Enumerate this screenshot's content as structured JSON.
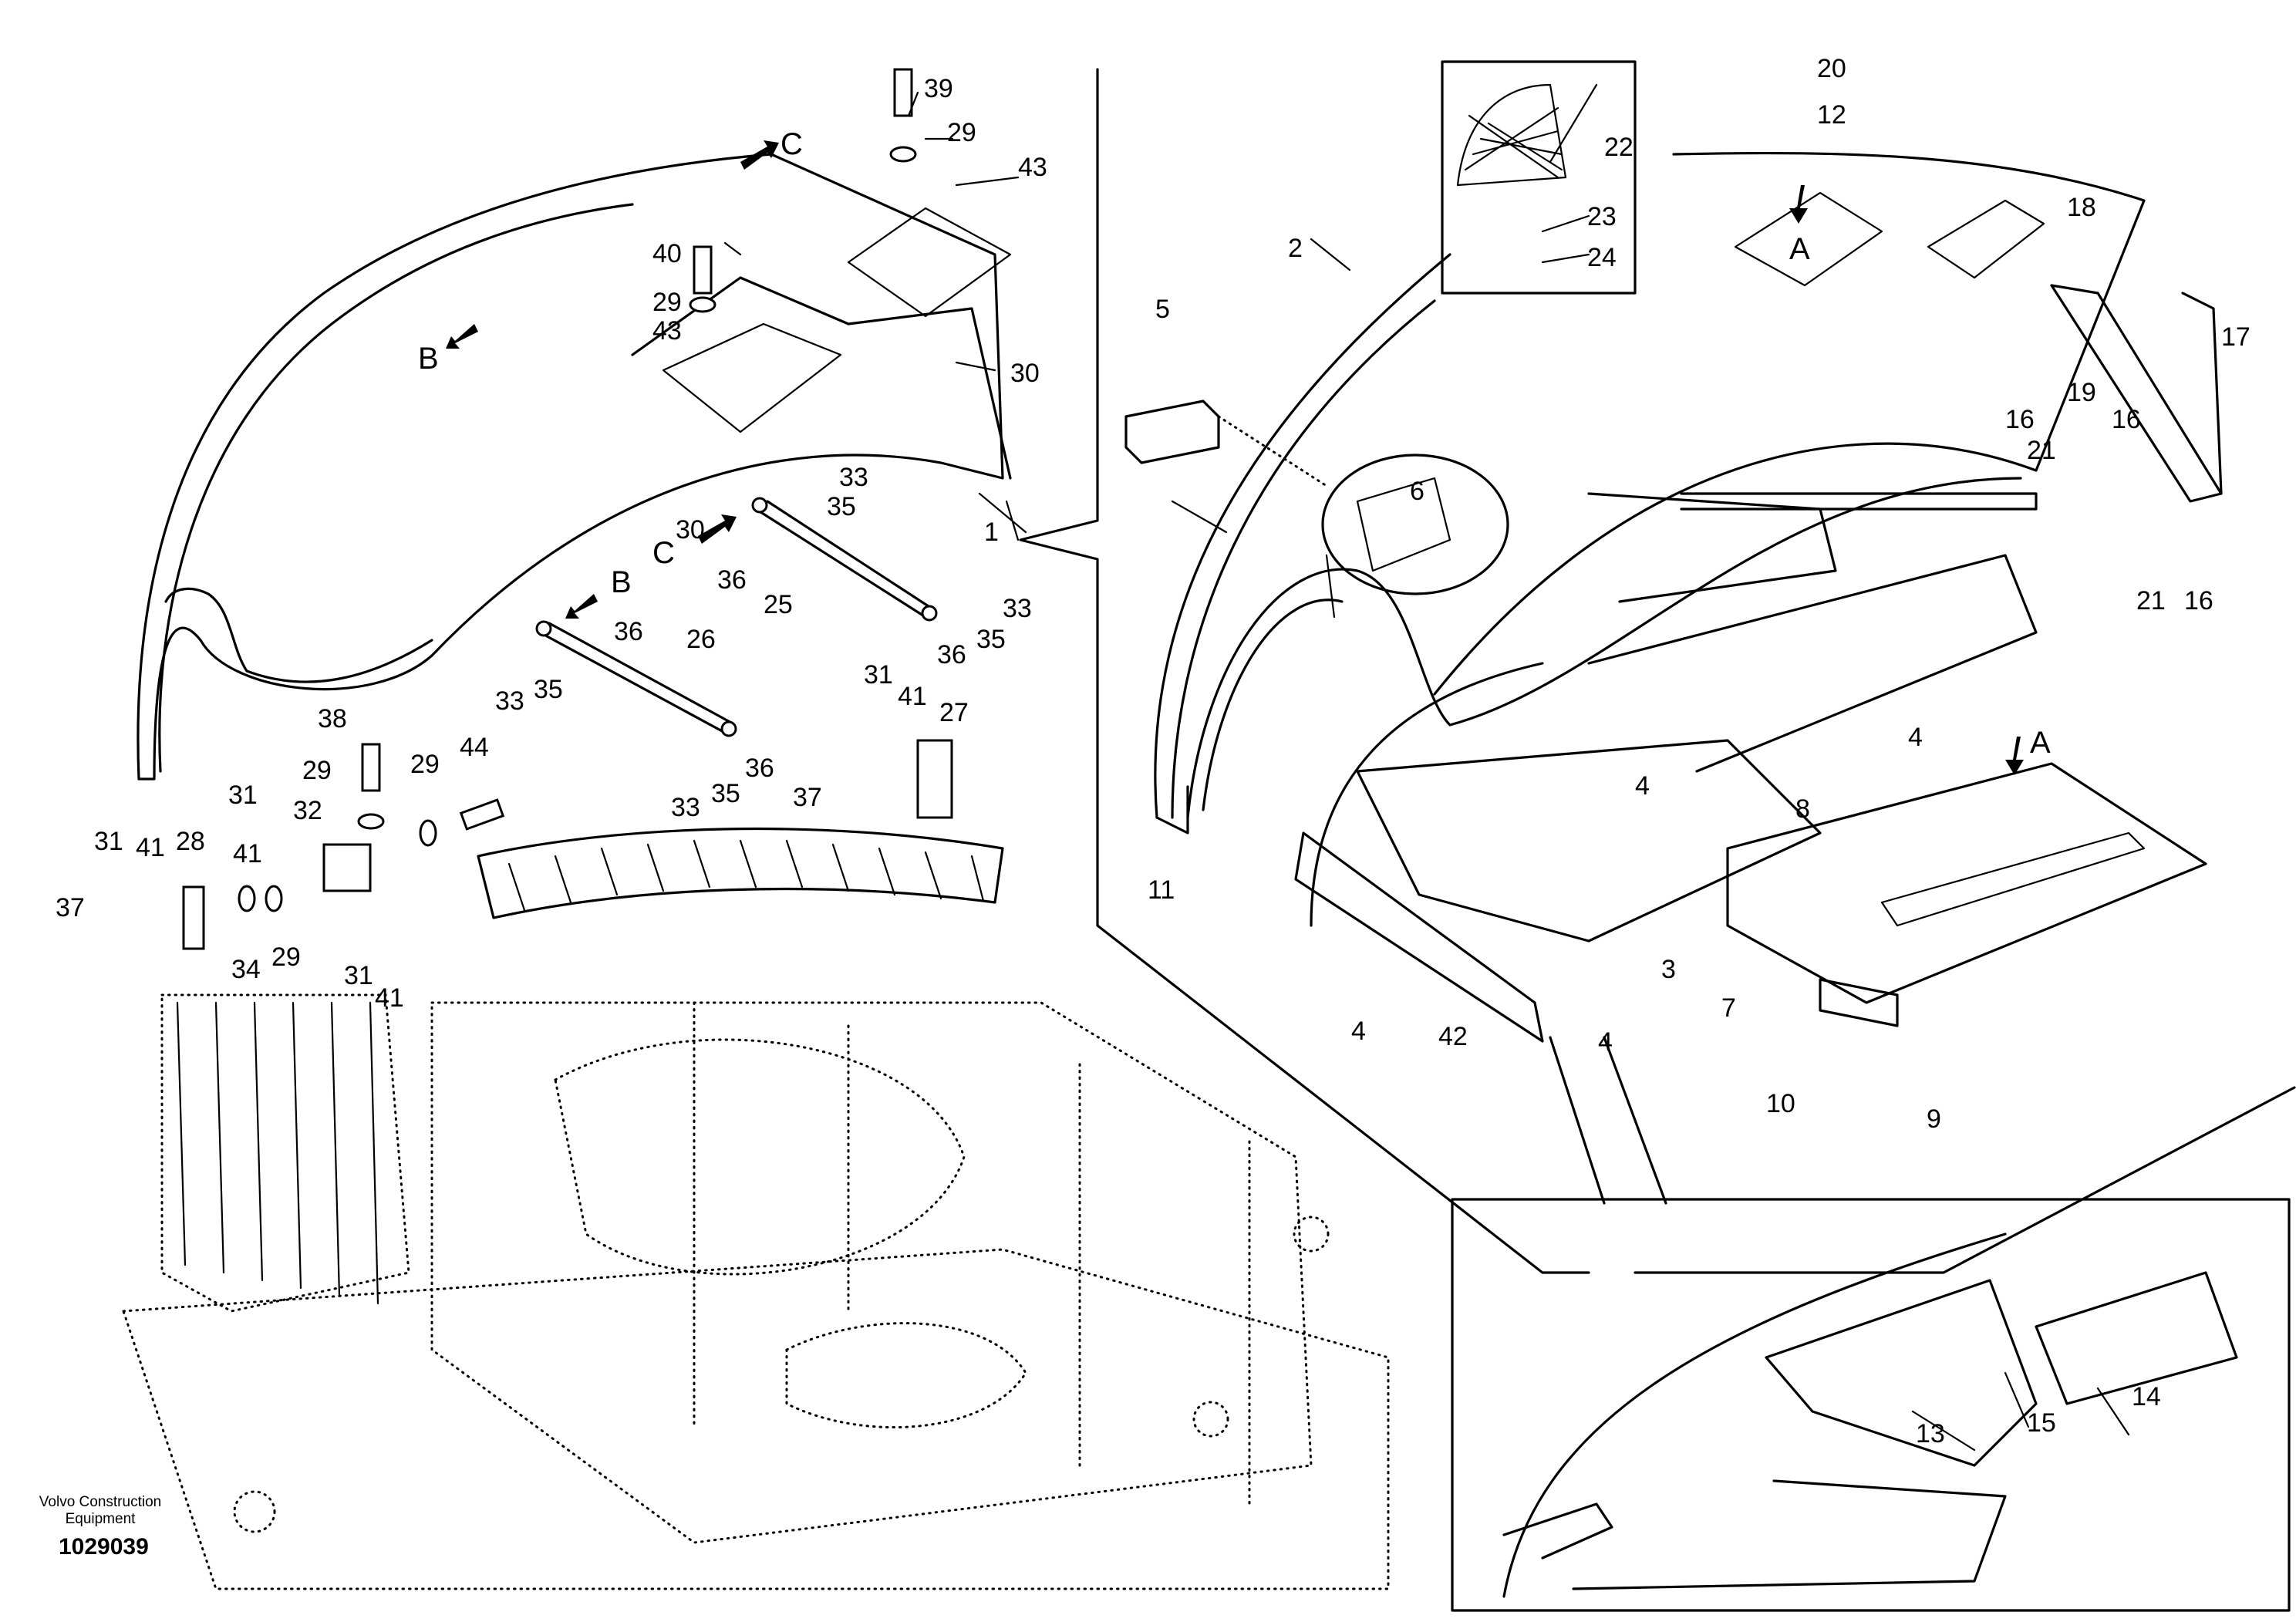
{
  "brand": {
    "line1": "Volvo Construction",
    "line2": "Equipment"
  },
  "document_number": "1029039",
  "callouts": [
    {
      "id": "c39",
      "text": "39"
    },
    {
      "id": "c29a",
      "text": "29"
    },
    {
      "id": "c43a",
      "text": "43"
    },
    {
      "id": "c40",
      "text": "40"
    },
    {
      "id": "c29b",
      "text": "29"
    },
    {
      "id": "c43b",
      "text": "43"
    },
    {
      "id": "c30a",
      "text": "30"
    },
    {
      "id": "c30b",
      "text": "30"
    },
    {
      "id": "c1",
      "text": "1"
    },
    {
      "id": "c33a",
      "text": "33"
    },
    {
      "id": "c35a",
      "text": "35"
    },
    {
      "id": "c36a",
      "text": "36"
    },
    {
      "id": "c25",
      "text": "25"
    },
    {
      "id": "c33b",
      "text": "33"
    },
    {
      "id": "c36b",
      "text": "36"
    },
    {
      "id": "c35b",
      "text": "35"
    },
    {
      "id": "c36c",
      "text": "36"
    },
    {
      "id": "c26",
      "text": "26"
    },
    {
      "id": "c33c",
      "text": "33"
    },
    {
      "id": "c35c",
      "text": "35"
    },
    {
      "id": "c33d",
      "text": "33"
    },
    {
      "id": "c35d",
      "text": "35"
    },
    {
      "id": "c36d",
      "text": "36"
    },
    {
      "id": "c31a",
      "text": "31"
    },
    {
      "id": "c41a",
      "text": "41"
    },
    {
      "id": "c27",
      "text": "27"
    },
    {
      "id": "c37a",
      "text": "37"
    },
    {
      "id": "c38",
      "text": "38"
    },
    {
      "id": "c29c",
      "text": "29"
    },
    {
      "id": "c29d",
      "text": "29"
    },
    {
      "id": "c44",
      "text": "44"
    },
    {
      "id": "c31b",
      "text": "31"
    },
    {
      "id": "c32",
      "text": "32"
    },
    {
      "id": "c41b",
      "text": "41"
    },
    {
      "id": "c31c",
      "text": "31"
    },
    {
      "id": "c41c",
      "text": "41"
    },
    {
      "id": "c28",
      "text": "28"
    },
    {
      "id": "c37b",
      "text": "37"
    },
    {
      "id": "c34",
      "text": "34"
    },
    {
      "id": "c29e",
      "text": "29"
    },
    {
      "id": "c31d",
      "text": "31"
    },
    {
      "id": "c41d",
      "text": "41"
    },
    {
      "id": "c20",
      "text": "20"
    },
    {
      "id": "c12",
      "text": "12"
    },
    {
      "id": "c22",
      "text": "22"
    },
    {
      "id": "c23",
      "text": "23"
    },
    {
      "id": "c24",
      "text": "24"
    },
    {
      "id": "c2",
      "text": "2"
    },
    {
      "id": "c5",
      "text": "5"
    },
    {
      "id": "c6",
      "text": "6"
    },
    {
      "id": "c18",
      "text": "18"
    },
    {
      "id": "c17",
      "text": "17"
    },
    {
      "id": "c16a",
      "text": "16"
    },
    {
      "id": "c19",
      "text": "19"
    },
    {
      "id": "c16b",
      "text": "16"
    },
    {
      "id": "c21a",
      "text": "21"
    },
    {
      "id": "c21b",
      "text": "21"
    },
    {
      "id": "c16c",
      "text": "16"
    },
    {
      "id": "c4a",
      "text": "4"
    },
    {
      "id": "c4b",
      "text": "4"
    },
    {
      "id": "c8",
      "text": "8"
    },
    {
      "id": "c11",
      "text": "11"
    },
    {
      "id": "c3",
      "text": "3"
    },
    {
      "id": "c7",
      "text": "7"
    },
    {
      "id": "c4c",
      "text": "4"
    },
    {
      "id": "c42",
      "text": "42"
    },
    {
      "id": "c4d",
      "text": "4"
    },
    {
      "id": "c10",
      "text": "10"
    },
    {
      "id": "c9",
      "text": "9"
    },
    {
      "id": "c14",
      "text": "14"
    },
    {
      "id": "c15",
      "text": "15"
    },
    {
      "id": "c13",
      "text": "13"
    }
  ],
  "view_markers": [
    {
      "id": "mC1",
      "text": "C"
    },
    {
      "id": "mB1",
      "text": "B"
    },
    {
      "id": "mC2",
      "text": "C"
    },
    {
      "id": "mB2",
      "text": "B"
    },
    {
      "id": "mA1",
      "text": "A"
    },
    {
      "id": "mA2",
      "text": "A"
    }
  ]
}
